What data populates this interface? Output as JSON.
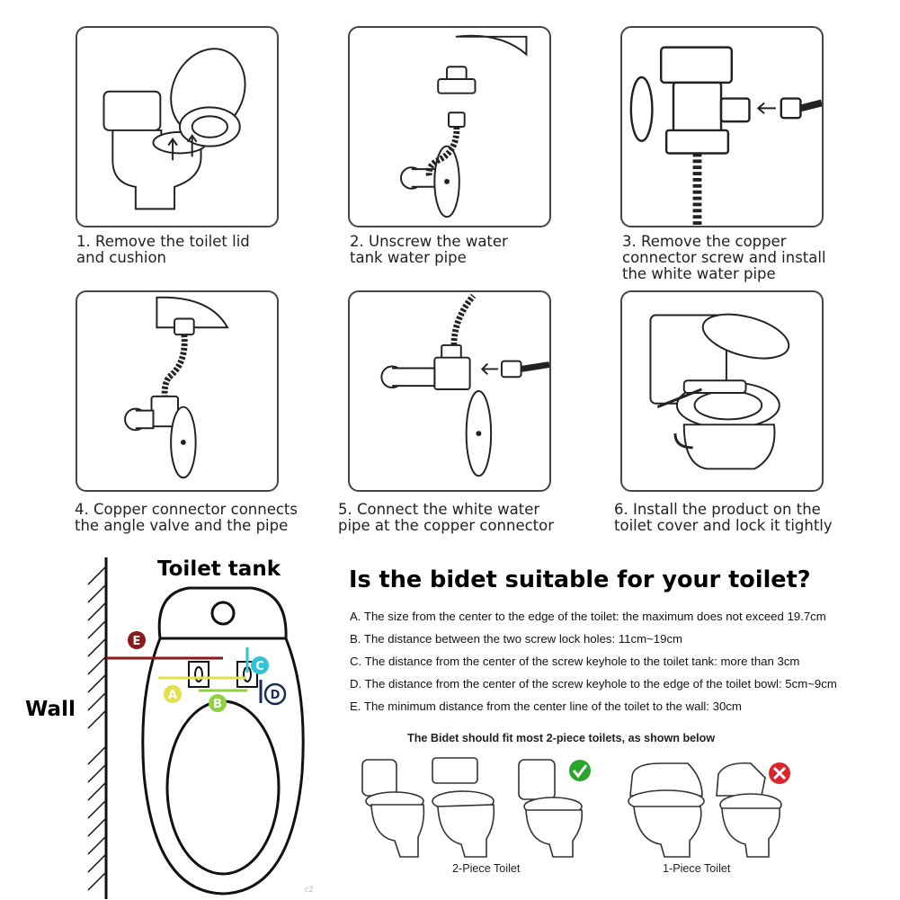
{
  "steps": [
    {
      "caption": "1. Remove the toilet lid\n    and cushion"
    },
    {
      "caption": "2. Unscrew the water\n    tank water pipe"
    },
    {
      "caption": "3. Remove the copper\nconnector screw and install\nthe white water pipe"
    },
    {
      "caption": "4. Copper connector connects\nthe angle valve and the pipe"
    },
    {
      "caption": "5. Connect the white water\npipe at the copper connector"
    },
    {
      "caption": "6. Install the product on the\ntoilet cover and lock it tightly"
    }
  ],
  "diagram": {
    "tank_label": "Toilet tank",
    "wall_label": "Wall",
    "markers": [
      "A",
      "B",
      "C",
      "D",
      "E"
    ],
    "colors": {
      "A": "#e4e04a",
      "B": "#8fd13f",
      "C": "#2ec4d6",
      "D": "#1a2c5a",
      "E": "#8b1a1a"
    }
  },
  "suitability": {
    "title": "Is the bidet suitable for your toilet?",
    "criteria": [
      "A. The size from the center to the edge of the toilet: the maximum does not exceed 19.7cm",
      "B. The distance between the two screw lock holes: 11cm~19cm",
      "C. The distance from the center of the screw keyhole to the toilet tank: more than 3cm",
      "D. The distance from the center of the screw keyhole to the edge of the toilet bowl: 5cm~9cm",
      "E. The minimum distance from the center line of the toilet to the wall: 30cm"
    ],
    "fit_note": "The Bidet should fit most 2-piece toilets, as shown below",
    "two_piece_label": "2-Piece Toilet",
    "one_piece_label": "1-Piece Toilet",
    "check_color": "#2aa52a",
    "cross_color": "#d9262c"
  },
  "watermark": "c2"
}
